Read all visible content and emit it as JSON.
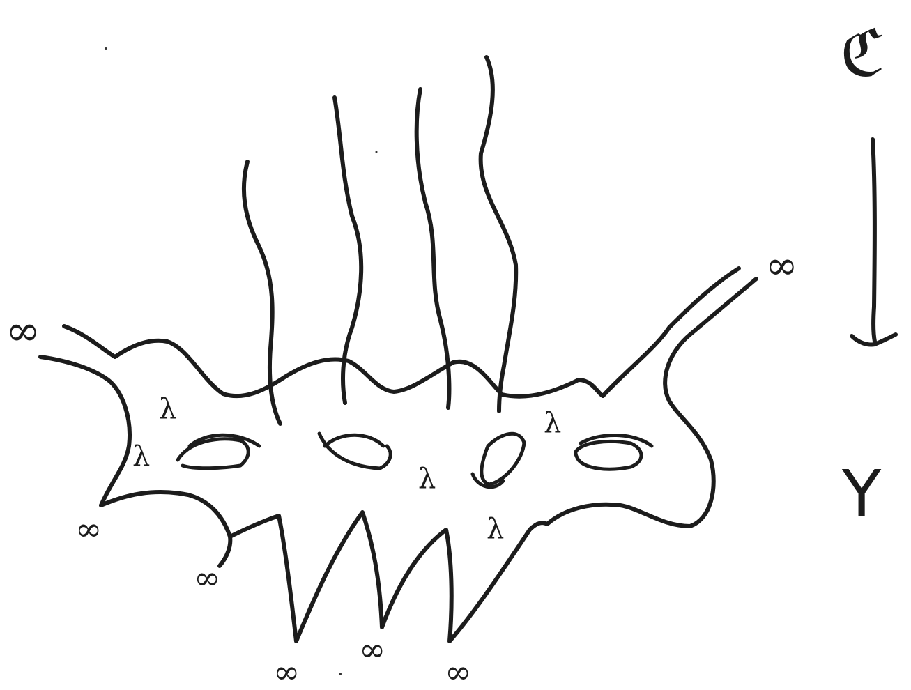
{
  "diagram": {
    "top_label": "ℭ",
    "bottom_label": "Y",
    "infinity_symbol": "∞",
    "lambda_symbol": "λ",
    "colors": {
      "ink": "#1c1c1c",
      "background": "#ffffff"
    }
  }
}
